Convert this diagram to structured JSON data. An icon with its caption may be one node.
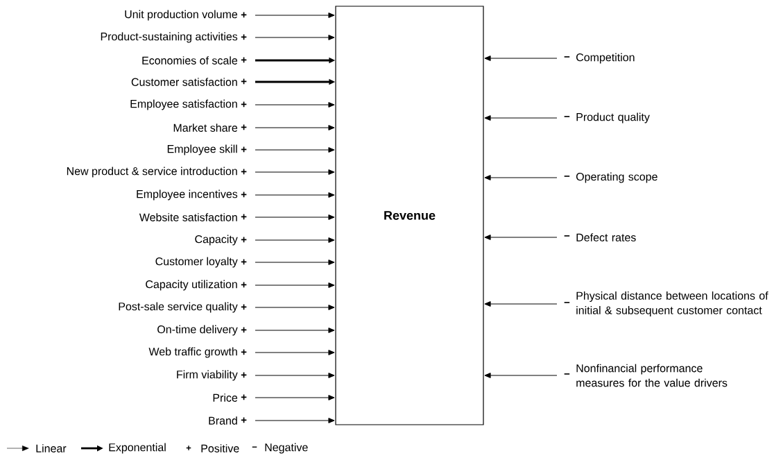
{
  "diagram": {
    "nodes": [
      {
        "text": [
          "Revenue"
        ]
      },
      {
        "text": [
          "Unit production volume"
        ],
        "beside": [
          "+"
        ]
      },
      {
        "text": [
          "Product-sustaining activities"
        ],
        "beside": [
          "+"
        ]
      },
      {
        "text": [
          "Economies of scale"
        ],
        "beside": [
          "+"
        ]
      },
      {
        "text": [
          "Customer satisfaction"
        ],
        "beside": [
          "+"
        ]
      },
      {
        "text": [
          "Employee satisfaction"
        ],
        "beside": [
          "+"
        ]
      },
      {
        "text": [
          "Market share"
        ],
        "beside": [
          "+"
        ]
      },
      {
        "text": [
          "Employee skill"
        ],
        "beside": [
          "+"
        ]
      },
      {
        "text": [
          "New product & service introduction"
        ],
        "beside": [
          "+"
        ]
      },
      {
        "text": [
          "Employee incentives"
        ],
        "beside": [
          "+"
        ]
      },
      {
        "text": [
          "Website satisfaction"
        ],
        "beside": [
          "+"
        ]
      },
      {
        "text": [
          "Capacity"
        ],
        "beside": [
          "+"
        ]
      },
      {
        "text": [
          "Customer loyalty"
        ],
        "beside": [
          "+"
        ]
      },
      {
        "text": [
          "Capacity utilization"
        ],
        "beside": [
          "+"
        ]
      },
      {
        "text": [
          "Post-sale service quality"
        ],
        "beside": [
          "+"
        ]
      },
      {
        "text": [
          "On-time delivery"
        ],
        "beside": [
          "+"
        ]
      },
      {
        "text": [
          "Web traffic growth"
        ],
        "beside": [
          "+"
        ]
      },
      {
        "text": [
          "Firm viability"
        ],
        "beside": [
          "+"
        ]
      },
      {
        "text": [
          "Price"
        ],
        "beside": [
          "+"
        ]
      },
      {
        "text": [
          "Brand"
        ],
        "beside": [
          "+"
        ]
      },
      {
        "text": [
          "Competition"
        ],
        "beside": [
          "−"
        ]
      },
      {
        "text": [
          "Product quality"
        ],
        "beside": [
          "−"
        ]
      },
      {
        "text": [
          "Operating scope"
        ],
        "beside": [
          "−"
        ]
      },
      {
        "text": [
          "Defect rates"
        ],
        "beside": [
          "−"
        ]
      },
      {
        "text": [
          "Physical distance between locations of initial & subsequent customer contact"
        ],
        "beside": [
          "−"
        ]
      },
      {
        "text": [
          "Nonfinancial performance measures for the value drivers"
        ],
        "beside": [
          "−"
        ]
      }
    ],
    "edges": [
      {
        "from": 1,
        "to": 0,
        "arrow": "to"
      },
      {
        "from": 2,
        "to": 0,
        "arrow": "to"
      },
      {
        "from": 3,
        "to": 0,
        "arrow": "to",
        "style": "thick"
      },
      {
        "from": 4,
        "to": 0,
        "arrow": "to",
        "style": "thick"
      },
      {
        "from": 5,
        "to": 0,
        "arrow": "to"
      },
      {
        "from": 6,
        "to": 0,
        "arrow": "to"
      },
      {
        "from": 7,
        "to": 0,
        "arrow": "to"
      },
      {
        "from": 8,
        "to": 0,
        "arrow": "to"
      },
      {
        "from": 9,
        "to": 0,
        "arrow": "to"
      },
      {
        "from": 10,
        "to": 0,
        "arrow": "to"
      },
      {
        "from": 11,
        "to": 0,
        "arrow": "to"
      },
      {
        "from": 12,
        "to": 0,
        "arrow": "to"
      },
      {
        "from": 13,
        "to": 0,
        "arrow": "to"
      },
      {
        "from": 14,
        "to": 0,
        "arrow": "to"
      },
      {
        "from": 15,
        "to": 0,
        "arrow": "to"
      },
      {
        "from": 16,
        "to": 0,
        "arrow": "to"
      },
      {
        "from": 17,
        "to": 0,
        "arrow": "to"
      },
      {
        "from": 18,
        "to": 0,
        "arrow": "to"
      },
      {
        "from": 19,
        "to": 0,
        "arrow": "to"
      },
      {
        "from": 20,
        "to": 0,
        "arrow": "to"
      },
      {
        "from": 21,
        "to": 0,
        "arrow": "to"
      },
      {
        "from": 22,
        "to": 0,
        "arrow": "to"
      },
      {
        "from": 23,
        "to": 0,
        "arrow": "to"
      },
      {
        "from": 24,
        "to": 0,
        "arrow": "to"
      },
      {
        "from": 25,
        "to": 0,
        "arrow": "to"
      }
    ],
    "labels": [
      "+",
      "−"
    ],
    "legend": [
      {
        "text": "Linear"
      },
      {
        "text": "Exponential"
      },
      {
        "text": "Positive"
      },
      {
        "text": "Negative"
      }
    ]
  }
}
